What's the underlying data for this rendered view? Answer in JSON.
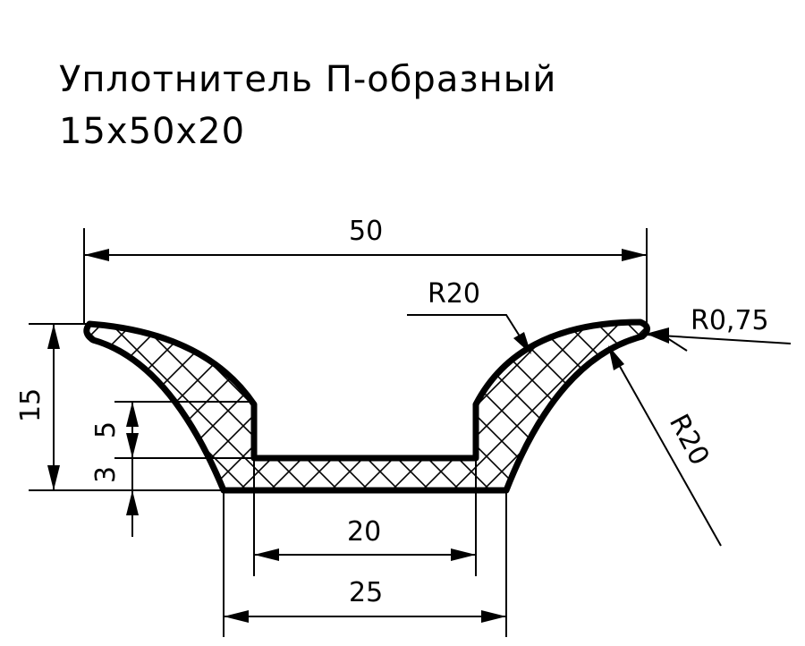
{
  "title": {
    "line1": "Уплотнитель П-образный",
    "line2": "15x50x20"
  },
  "dimensions": {
    "overall_width": "50",
    "inner_width": "20",
    "base_width": "25",
    "height": "15",
    "step": "5",
    "base_thickness": "3",
    "radius_outer": "R20",
    "radius_inner": "R20",
    "tip_radius": "R0,75"
  }
}
